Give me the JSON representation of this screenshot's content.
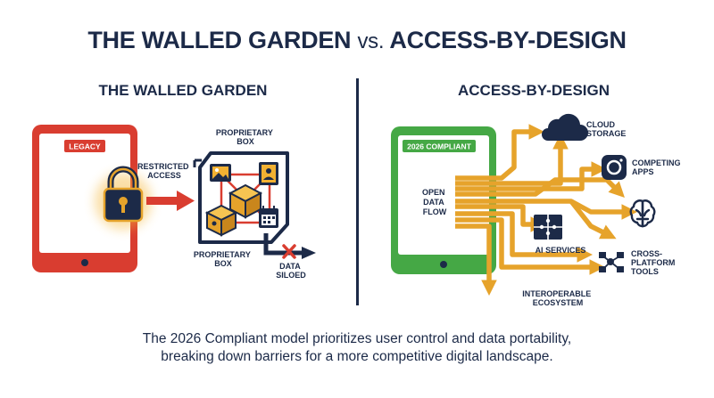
{
  "title": {
    "left": "THE WALLED GARDEN",
    "vs": "vs.",
    "right": "ACCESS-BY-DESIGN"
  },
  "left_panel": {
    "heading": "THE WALLED GARDEN",
    "badge": "LEGACY",
    "restricted": [
      "RESTRICTED",
      "ACCESS"
    ],
    "box_top": [
      "PROPRIETARY",
      "BOX"
    ],
    "box_bottom": [
      "PROPRIETARY",
      "BOX"
    ],
    "siloed": [
      "DATA",
      "SILOED"
    ]
  },
  "right_panel": {
    "heading": "ACCESS-BY-DESIGN",
    "badge": "2026 COMPLIANT",
    "flow": [
      "OPEN",
      "DATA",
      "FLOW"
    ],
    "cloud": [
      "CLOUD",
      "STORAGE"
    ],
    "competing": [
      "COMPETING",
      "APPS"
    ],
    "ai": "AI SERVICES",
    "cross": [
      "CROSS-",
      "PLATFORM",
      "TOOLS"
    ],
    "ecosystem": [
      "INTEROPERABLE",
      "ECOSYSTEM"
    ]
  },
  "caption": [
    "The 2026 Compliant model prioritizes user control and data portability,",
    "breaking down barriers for a more competitive digital landscape."
  ],
  "colors": {
    "navy": "#1c2a48",
    "red": "#d93d30",
    "green": "#45a845",
    "gold": "#e6a32b"
  }
}
